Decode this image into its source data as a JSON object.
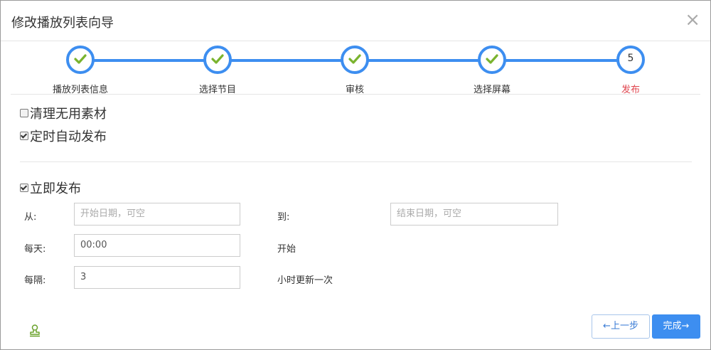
{
  "dialog": {
    "title": "修改播放列表向导",
    "close_icon": "×"
  },
  "wizard": {
    "steps": [
      {
        "label": "播放列表信息",
        "done": true
      },
      {
        "label": "选择节目",
        "done": true
      },
      {
        "label": "审核",
        "done": true
      },
      {
        "label": "选择屏幕",
        "done": true
      },
      {
        "label": "发布",
        "number": "5",
        "active": true
      }
    ],
    "colors": {
      "line": "#3d8ef0",
      "check": "#7ab32e",
      "active_label": "#e0464f"
    }
  },
  "options": {
    "clean_unused": {
      "label": "清理无用素材",
      "checked": false
    },
    "auto_publish": {
      "label": "定时自动发布",
      "checked": true
    },
    "publish_now": {
      "label": "立即发布",
      "checked": true
    }
  },
  "schedule": {
    "from_label": "从:",
    "from_placeholder": "开始日期，可空",
    "to_label": "到:",
    "to_placeholder": "结束日期，可空",
    "daily_label": "每天:",
    "daily_value": "00:00",
    "daily_suffix": "开始",
    "interval_label": "每隔:",
    "interval_value": "3",
    "interval_suffix": "小时更新一次"
  },
  "footer": {
    "prev_label": "←上一步",
    "done_label": "完成→",
    "stamp_icon": "stamp-icon"
  }
}
